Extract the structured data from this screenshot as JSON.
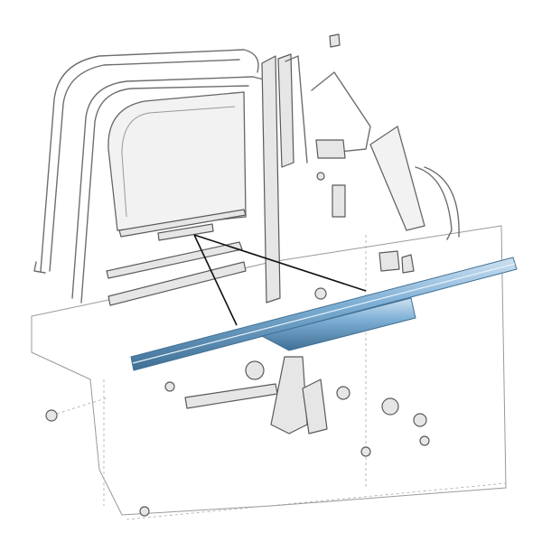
{
  "diagram": {
    "type": "exploded-parts-diagram",
    "highlight_color": "#7fb0d6",
    "highlight_dark": "#3f6f94",
    "line_color": "#6e6e6e",
    "background": "#ffffff",
    "parts": [
      {
        "name": "door-frame-weatherstrip"
      },
      {
        "name": "door-glass"
      },
      {
        "name": "glass-lower-channel"
      },
      {
        "name": "door-sash-run-channel"
      },
      {
        "name": "vent-window-assembly"
      },
      {
        "name": "window-regulator"
      },
      {
        "name": "inner-door-panel"
      },
      {
        "name": "belt-line-weatherstrips"
      },
      {
        "name": "fasteners"
      }
    ]
  }
}
